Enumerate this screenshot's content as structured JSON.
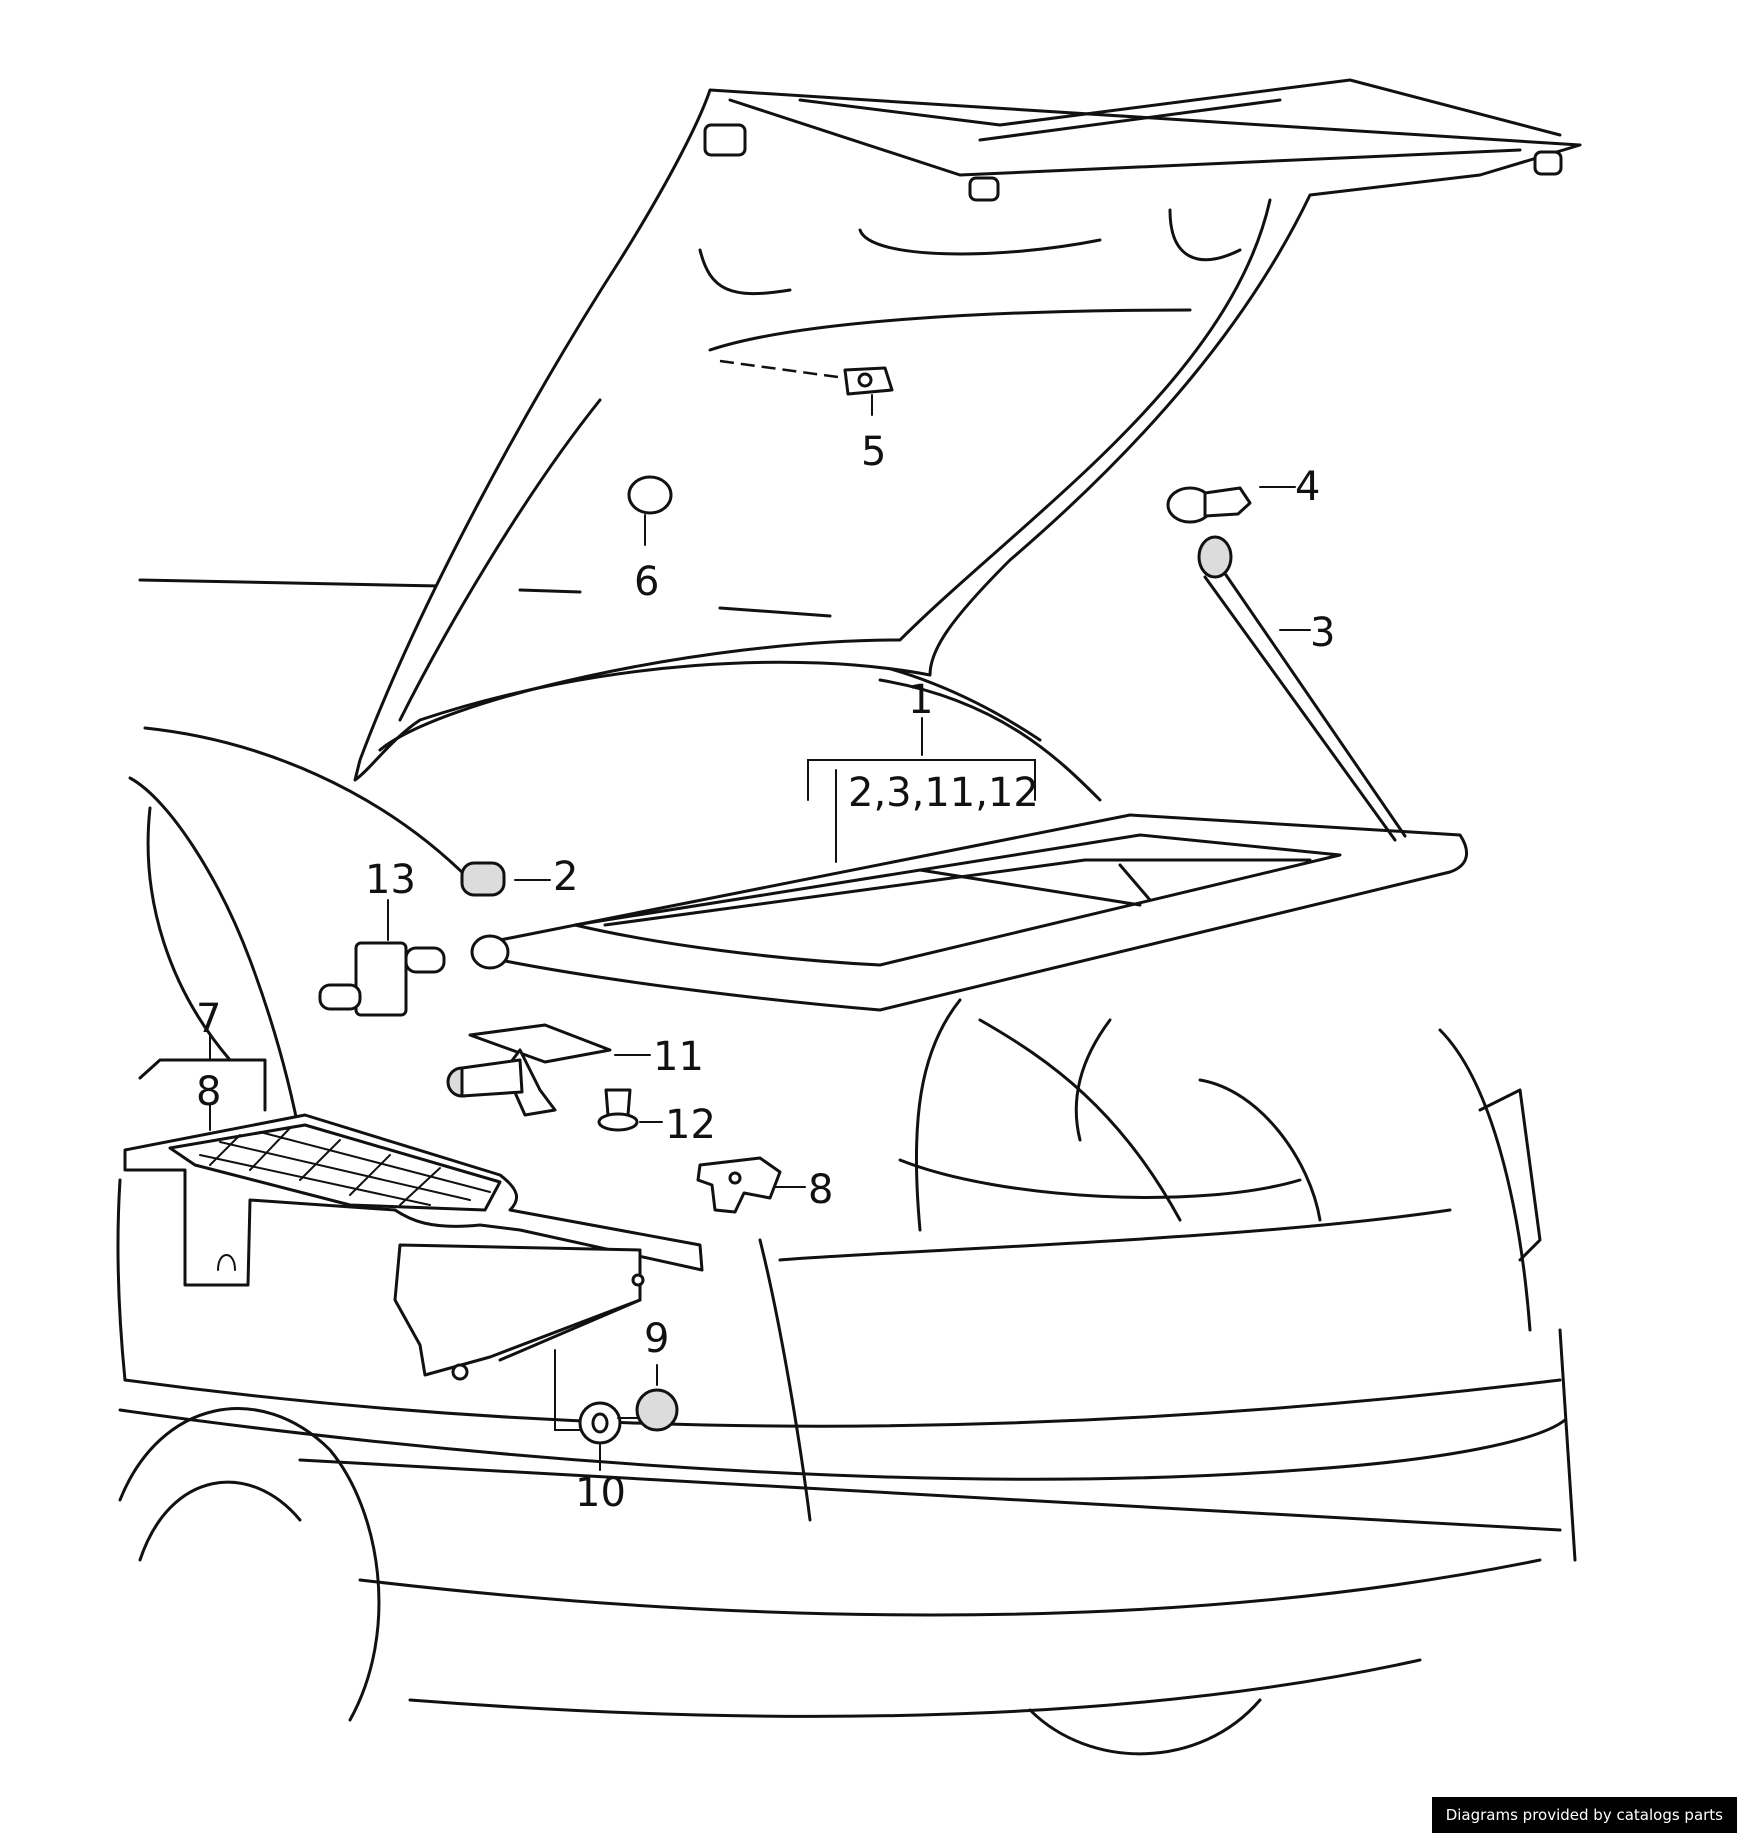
{
  "callouts": [
    {
      "id": "1",
      "text": "1"
    },
    {
      "id": "1-group",
      "text": "2,3,11,12"
    },
    {
      "id": "2",
      "text": "2"
    },
    {
      "id": "3",
      "text": "3"
    },
    {
      "id": "4",
      "text": "4"
    },
    {
      "id": "5",
      "text": "5"
    },
    {
      "id": "6",
      "text": "6"
    },
    {
      "id": "7",
      "text": "7"
    },
    {
      "id": "8-group",
      "text": "8"
    },
    {
      "id": "8",
      "text": "8"
    },
    {
      "id": "9",
      "text": "9"
    },
    {
      "id": "10",
      "text": "10"
    },
    {
      "id": "11",
      "text": "11"
    },
    {
      "id": "12",
      "text": "12"
    },
    {
      "id": "13",
      "text": "13"
    }
  ],
  "footer": {
    "credit": "Diagrams provided by catalogs parts"
  }
}
